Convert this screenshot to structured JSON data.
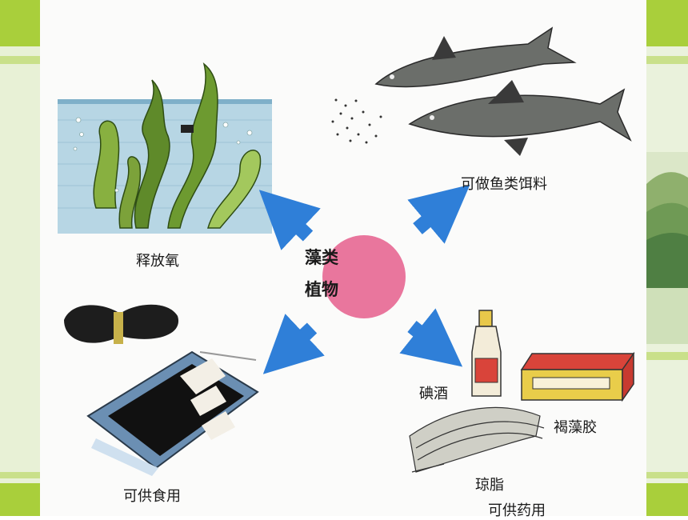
{
  "center": {
    "line1": "藻类",
    "line2": "植物"
  },
  "uses": {
    "oxygen": "释放氧",
    "fish_feed": "可做鱼类饵料",
    "food": "可供食用",
    "medicine": "可供药用",
    "iodine": "碘酒",
    "algin": "褐藻胶",
    "agar": "琼脂"
  },
  "colors": {
    "frame_green": "#a9cf3b",
    "center_circle": "#e9769d",
    "arrow_blue": "#2f7fd8",
    "water": "#b7d6e4"
  }
}
